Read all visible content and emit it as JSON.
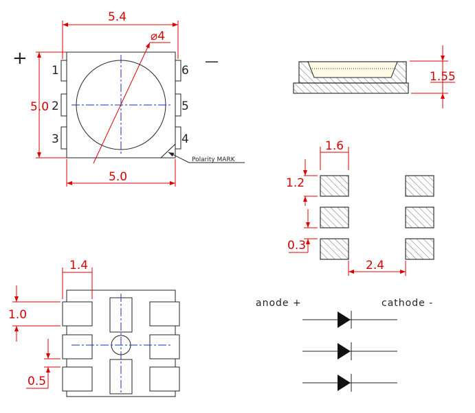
{
  "top_view": {
    "dim_width_top": "5.4",
    "dim_diameter": "⌀4",
    "dim_height_left": "5.0",
    "dim_width_bottom": "5.0",
    "pins": [
      "1",
      "2",
      "3",
      "4",
      "5",
      "6"
    ],
    "plus_sign": "+",
    "minus_sign": "—",
    "polarity_label": "Polarity MARK"
  },
  "side_view": {
    "dim_height": "1.55"
  },
  "pad_layout": {
    "dim_pad_width": "1.6",
    "dim_pad_height": "1.2",
    "dim_gap": "0.3",
    "dim_spacing": "2.4"
  },
  "bottom_view": {
    "dim_pad_width": "1.4",
    "dim_pad_height": "1.0",
    "dim_gap": "0.5"
  },
  "schematic": {
    "anode_label": "anode +",
    "cathode_label": "cathode -"
  },
  "colors": {
    "dimension": "#d40000",
    "centerline": "#1030c0",
    "outline": "#222222"
  }
}
